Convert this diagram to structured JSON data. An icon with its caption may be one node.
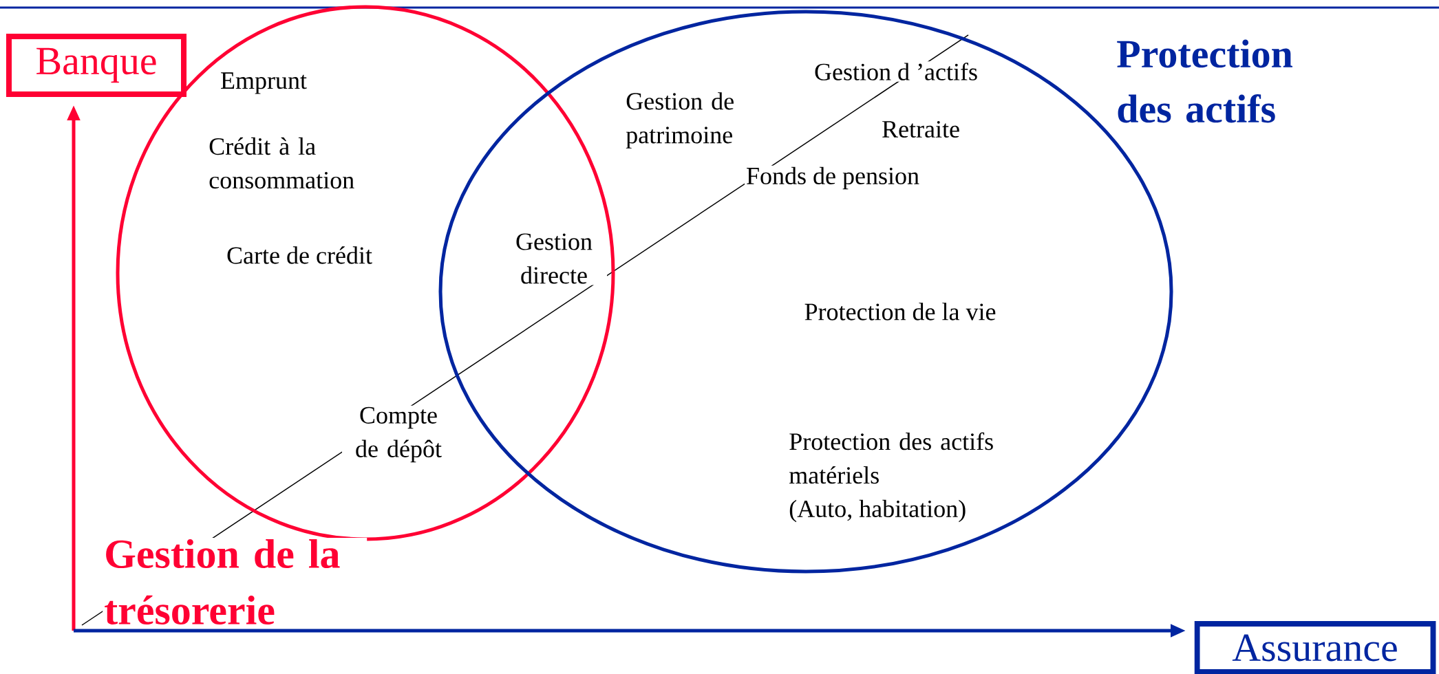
{
  "diagram": {
    "nodes": [
      {
        "text": [
          "Banque"
        ]
      },
      {
        "text": [
          "Assurance"
        ]
      },
      {
        "text": [
          "Emprunt",
          "Crédit à la consommation",
          "Carte de crédit",
          "Gestion de la trésorerie"
        ]
      },
      {
        "text": [
          "Protection des actifs",
          "Gestion de patrimoine",
          "Gestion d ’actifs",
          "Retraite",
          "Fonds de pension",
          "Protection de la vie",
          "Protection des actifs matériels",
          "(Auto, habitation)"
        ]
      }
    ],
    "edges": [
      {
        "from": null,
        "to": 0,
        "arrow": "to",
        "color": "#ff0033"
      },
      {
        "from": null,
        "to": 1,
        "arrow": "to",
        "color": "#0025a0"
      }
    ],
    "labels": [
      "Gestion directe",
      "Compte de dépôt"
    ]
  }
}
